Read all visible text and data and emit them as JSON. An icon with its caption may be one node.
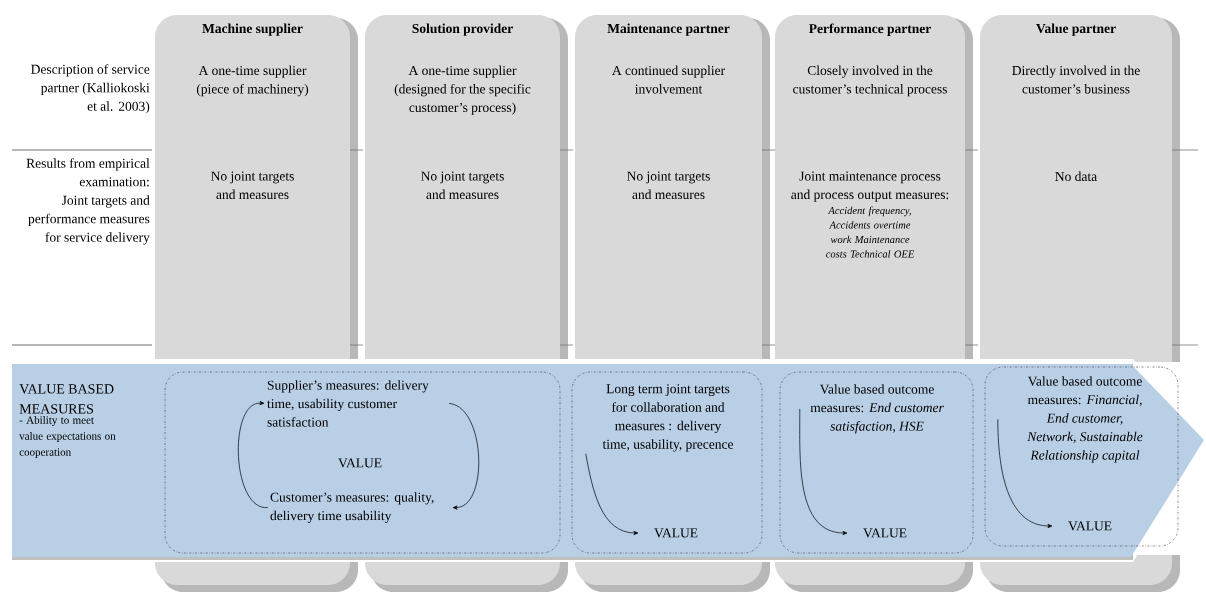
{
  "diagram": {
    "nodes": [
      {
        "text": [
          "Machine supplier",
          "A one-time supplier (piece of machinery)",
          "No joint  targets and measures"
        ]
      },
      {
        "text": [
          "Solution provider",
          "A one-time supplier (designed for the specific customer’s process)",
          "No joint targets and measures"
        ]
      },
      {
        "text": [
          "Maintenance partner",
          "A continued supplier involvement",
          "No joint targets and measures"
        ]
      },
      {
        "text": [
          "Performance partner",
          "Closely involved in the customer’s technical process",
          "Joint maintenance process and process output measures:",
          "Accident frequency, Accidents overtime work Maintenance costs Technical OEE"
        ]
      },
      {
        "text": [
          "Value partner",
          "Directly involved in the customer’s business",
          "No data"
        ]
      },
      {
        "text": [
          "VALUE BASED MEASURES",
          "- Ability to meet value expectations on cooperation"
        ]
      },
      {
        "text": [],
        "shape": "box",
        "in": 5
      },
      {
        "text": [
          "Supplier’s measures: delivery time, usability customer satisfaction"
        ],
        "in": 6
      },
      {
        "text": [
          "VALUE"
        ],
        "in": 6
      },
      {
        "text": [
          "Customer’s measures: quality, delivery time usability"
        ],
        "in": 6
      },
      {
        "text": [],
        "shape": "box",
        "in": 5
      },
      {
        "text": [
          "Long term  joint targets for collaboration and measures : delivery time, usability, precence"
        ],
        "in": 10
      },
      {
        "text": [
          "VALUE"
        ],
        "in": 10
      },
      {
        "text": [],
        "shape": "box",
        "in": 5
      },
      {
        "text": [
          "Value based outcome measures: *End customer satisfaction, HSE*"
        ],
        "in": 13
      },
      {
        "text": [
          "VALUE"
        ],
        "in": 13
      },
      {
        "text": [],
        "shape": "box",
        "in": 5
      },
      {
        "text": [
          "Value based outcome measures: *Financial, End customer,  Network, Sustainable Relationship capital*"
        ],
        "in": 16
      },
      {
        "text": [
          "VALUE"
        ],
        "in": 16
      }
    ],
    "edges": [
      {
        "from": 9,
        "to": 7,
        "arrow": "to"
      },
      {
        "from": 7,
        "to": 9,
        "arrow": "to"
      },
      {
        "from": 11,
        "to": 12,
        "arrow": "to"
      },
      {
        "from": 14,
        "to": 15,
        "arrow": "to"
      },
      {
        "from": 17,
        "to": 18,
        "arrow": "to"
      }
    ],
    "labels": [
      "Description of service partner (Kalliokoski et al. 2003)",
      "Results from empirical examination: Joint targets and performance measures for service delivery"
    ]
  }
}
